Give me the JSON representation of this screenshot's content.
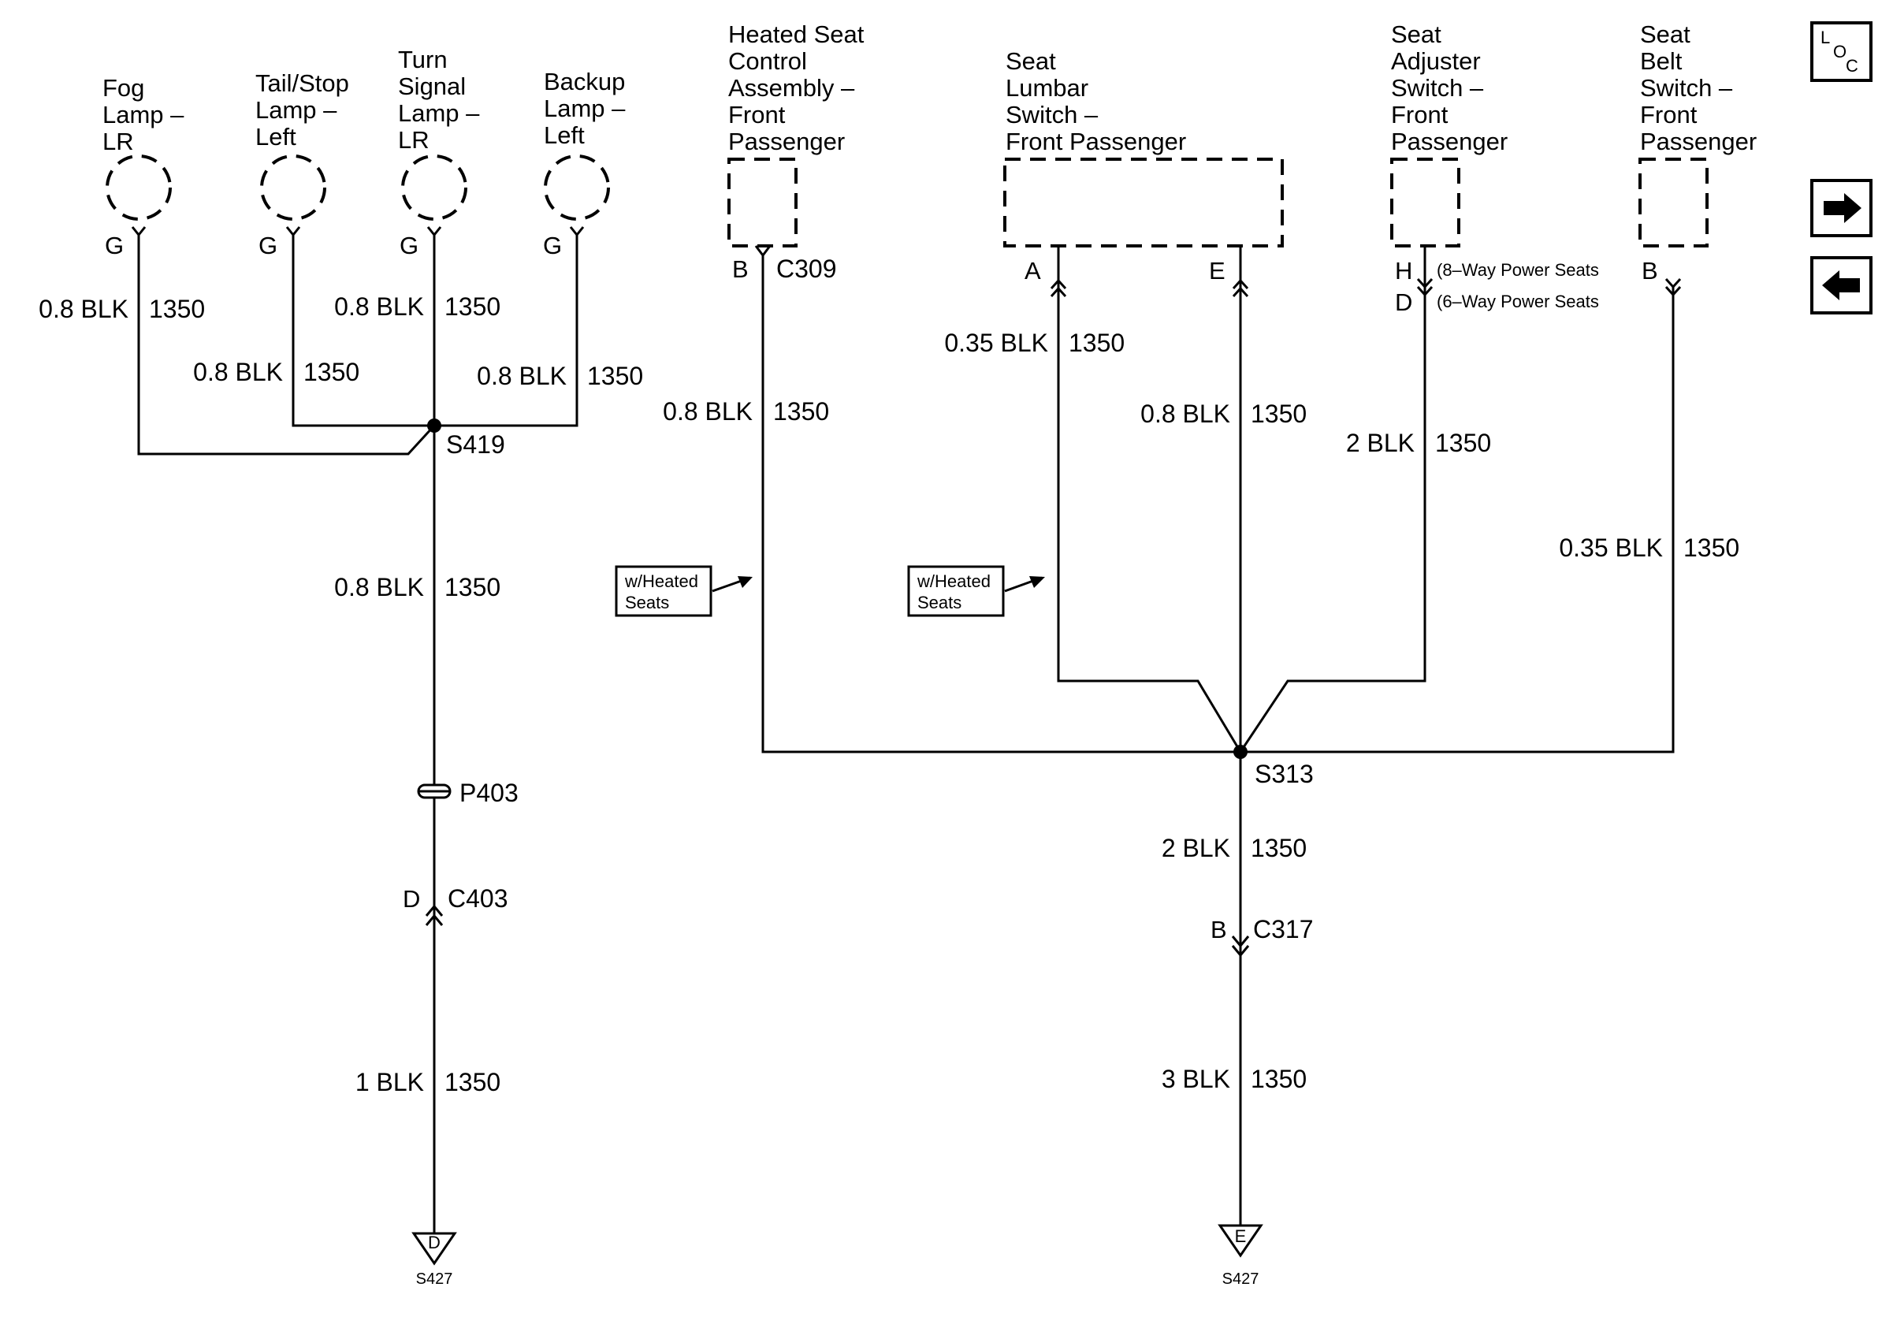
{
  "components": {
    "fog_lamp": [
      "Fog",
      "Lamp –",
      "LR"
    ],
    "tail_stop_lamp": [
      "Tail/Stop",
      "Lamp –",
      "Left"
    ],
    "turn_signal_lamp": [
      "Turn",
      "Signal",
      "Lamp –",
      "LR"
    ],
    "backup_lamp": [
      "Backup",
      "Lamp –",
      "Left"
    ],
    "heated_seat_control": [
      "Heated Seat",
      "Control",
      "Assembly –",
      "Front",
      "Passenger"
    ],
    "seat_lumbar_switch": [
      "Seat",
      "Lumbar",
      "Switch –",
      "Front Passenger"
    ],
    "seat_adjuster_switch": [
      "Seat",
      "Adjuster",
      "Switch –",
      "Front",
      "Passenger"
    ],
    "seat_belt_switch": [
      "Seat",
      "Belt",
      "Switch –",
      "Front",
      "Passenger"
    ]
  },
  "pins": {
    "fog": "G",
    "tail": "G",
    "turn": "G",
    "backup": "G",
    "heated_seat": "B",
    "lumbar_a": "A",
    "lumbar_e": "E",
    "adjuster_h": "H",
    "adjuster_d": "D",
    "belt": "B",
    "c403": "D",
    "c317": "B"
  },
  "connectors": {
    "c309": "C309",
    "c403": "C403",
    "c317": "C317",
    "p403": "P403"
  },
  "splices": {
    "s419": "S419",
    "s313": "S313"
  },
  "grounds": [
    {
      "letter": "D",
      "label": "S427"
    },
    {
      "letter": "E",
      "label": "S427"
    }
  ],
  "seat_options": {
    "eight_way": "(8–Way Power Seats",
    "six_way": "(6–Way Power Seats"
  },
  "options": {
    "heated_seats_1": [
      "w/Heated",
      "Seats"
    ],
    "heated_seats_2": [
      "w/Heated",
      "Seats"
    ]
  },
  "wires": {
    "fog": {
      "gauge": "0.8 BLK",
      "circuit": "1350"
    },
    "tail": {
      "gauge": "0.8 BLK",
      "circuit": "1350"
    },
    "turn": {
      "gauge": "0.8 BLK",
      "circuit": "1350"
    },
    "backup": {
      "gauge": "0.8 BLK",
      "circuit": "1350"
    },
    "s419_down": {
      "gauge": "0.8 BLK",
      "circuit": "1350"
    },
    "c403_down": {
      "gauge": "1 BLK",
      "circuit": "1350"
    },
    "heated_seat": {
      "gauge": "0.8 BLK",
      "circuit": "1350"
    },
    "lumbar_a": {
      "gauge": "0.35 BLK",
      "circuit": "1350"
    },
    "lumbar_e": {
      "gauge": "0.8 BLK",
      "circuit": "1350"
    },
    "adjuster": {
      "gauge": "2 BLK",
      "circuit": "1350"
    },
    "belt": {
      "gauge": "0.35 BLK",
      "circuit": "1350"
    },
    "s313_down": {
      "gauge": "2 BLK",
      "circuit": "1350"
    },
    "c317_down": {
      "gauge": "3 BLK",
      "circuit": "1350"
    }
  },
  "nav": {
    "loc_icon": [
      "L",
      "O",
      "C"
    ],
    "next_icon": "arrow-right",
    "prev_icon": "arrow-left"
  }
}
